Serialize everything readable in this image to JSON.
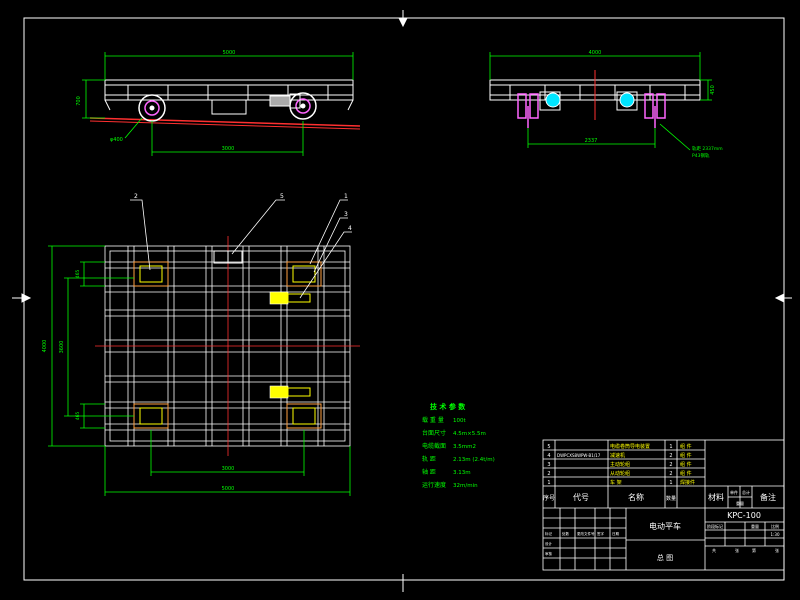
{
  "colors": {
    "background": "#000000",
    "frame": "#ffffff",
    "structure": "#ffffff",
    "dimension": "#00ff00",
    "centerline": "#ff3030",
    "wheel": "#00e5ff",
    "wheel_parts": "#ff66ff",
    "motor": "#ffff00",
    "motor_alt": "#ff9f40",
    "leader": "#ffffff",
    "spec_text": "#00ff00",
    "table_text": "#ffff00"
  },
  "front_view": {
    "dim_length": "5000",
    "dim_height": "700",
    "dim_wheel": "φ400",
    "dim_wheelbase": "3000"
  },
  "side_view": {
    "dim_width": "4000",
    "dim_height": "450",
    "dim_gauge": "2337",
    "rail_note_1": "轨距 2337mm",
    "rail_note_2": "P43钢轨"
  },
  "plan_view": {
    "callouts": [
      "2",
      "5",
      "1",
      "3",
      "4"
    ],
    "dim_total_width": "4000",
    "dim_inner_width": "3600",
    "dim_wheelbase": "3000",
    "dim_total_length": "5000",
    "dim_small_top": "465",
    "dim_small_bottom": "465"
  },
  "specs": {
    "title": "技 术 参 数",
    "rows": [
      {
        "label": "载 重 量",
        "value": "100t"
      },
      {
        "label": "台面尺寸",
        "value": "4.5m×5.5m"
      },
      {
        "label": "电缆截面",
        "value": "3.5mm2"
      },
      {
        "label": "轨    距",
        "value": "2.13m  (2.4t/m)"
      },
      {
        "label": "轴    距",
        "value": "3.13m"
      },
      {
        "label": "运行速度",
        "value": "32m/min"
      }
    ]
  },
  "title_block": {
    "parts": [
      {
        "no": "5",
        "code": "",
        "name": "电缆卷筒导电装置",
        "qty": "1",
        "material": "组 件"
      },
      {
        "no": "4",
        "code": "DWPCXS8WPW-B1/17",
        "name": "减速机",
        "qty": "2",
        "material": "组 件"
      },
      {
        "no": "3",
        "code": "",
        "name": "主动轮组",
        "qty": "2",
        "material": "组 件"
      },
      {
        "no": "2",
        "code": "",
        "name": "从动轮组",
        "qty": "2",
        "material": "组 件"
      },
      {
        "no": "1",
        "code": "",
        "name": "车  架",
        "qty": "1",
        "material": "焊接件"
      }
    ],
    "header": {
      "no": "序号",
      "code": "代号",
      "name": "名称",
      "qty": "数量",
      "material": "材料",
      "weight_single": "单件",
      "weight_total": "总计",
      "weight": "重量",
      "remark": "备注"
    },
    "drawing_name": "电动平车",
    "drawing_no": "KPC-100",
    "sheet_label": "总 图",
    "sub_cells": [
      "阶段标记",
      "重量",
      "比例",
      "1:30"
    ],
    "sheet_cells": [
      "共",
      "张",
      "第",
      "张"
    ],
    "sign_rows": [
      {
        "a": "标记",
        "b": "处数",
        "c": "更改文件号",
        "d": "签字",
        "e": "日期"
      },
      {
        "a": "设计",
        "b": "",
        "c": "",
        "d": "",
        "e": ""
      },
      {
        "a": "审核",
        "b": "",
        "c": "",
        "d": "",
        "e": ""
      }
    ]
  }
}
